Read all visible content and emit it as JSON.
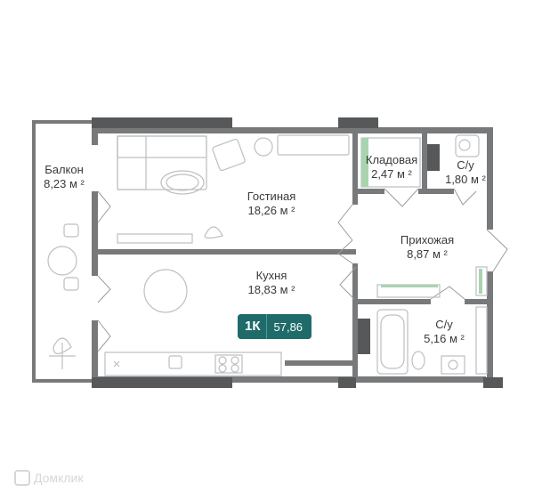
{
  "colors": {
    "wall": "#77797b",
    "wall_dark": "#56585a",
    "accent": "#1f6b6a",
    "furniture": "#bdbfc1",
    "green": "#a8d4b0"
  },
  "rooms": {
    "balcony": {
      "name": "Балкон",
      "area": "8,23 м ²"
    },
    "living": {
      "name": "Гостиная",
      "area": "18,26 м ²"
    },
    "pantry": {
      "name": "Кладовая",
      "area": "2,47 м ²"
    },
    "bath_small": {
      "name": "С/у",
      "area": "1,80 м ²"
    },
    "hall": {
      "name": "Прихожая",
      "area": "8,87 м  ²"
    },
    "kitchen": {
      "name": "Кухня",
      "area": "18,83 м ²"
    },
    "bath_big": {
      "name": "С/у",
      "area": "5,16 м ²"
    }
  },
  "badge": {
    "type": "1К",
    "total": "57,86"
  },
  "watermark": {
    "text": "Домклик",
    "icon": "domclick-logo-icon"
  }
}
